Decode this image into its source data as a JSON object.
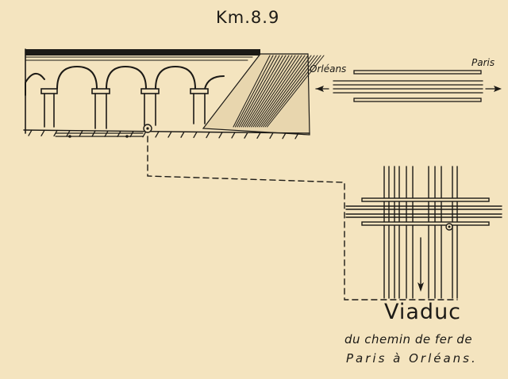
{
  "header": {
    "km_label": "Km.8.9"
  },
  "direction": {
    "left_label": "Orléans",
    "right_label": "Paris"
  },
  "caption": {
    "title": "Viaduc",
    "line1": "du chemin de fer de",
    "line2": "Paris à Orléans."
  },
  "colors": {
    "paper": "#f4e4bf",
    "ink": "#1c1a16"
  }
}
